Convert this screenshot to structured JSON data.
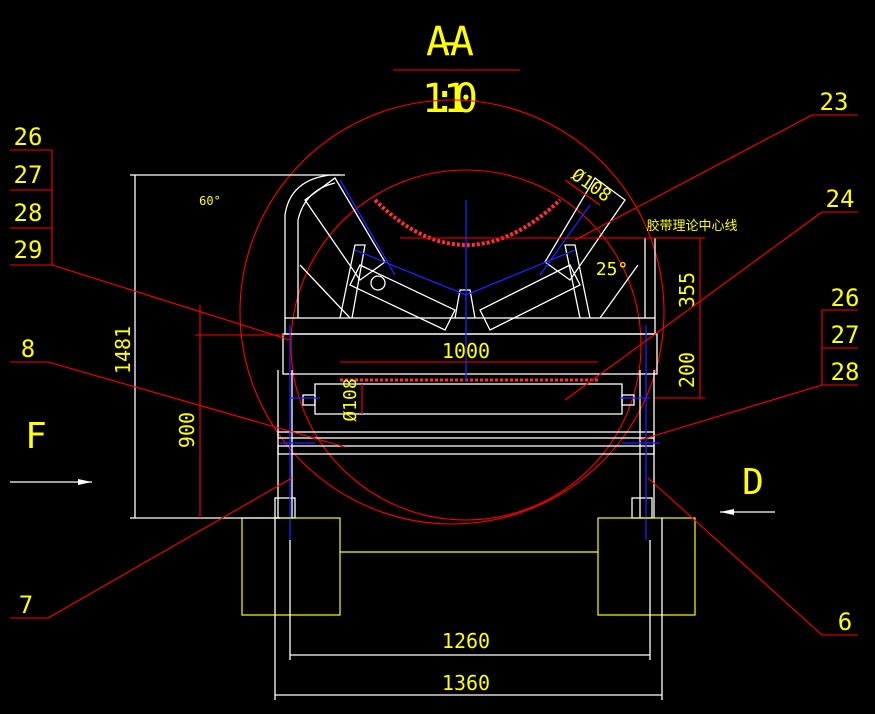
{
  "title": {
    "section": "A-A",
    "scale": "1:10"
  },
  "callouts": {
    "left_group": [
      "26",
      "27",
      "28",
      "29"
    ],
    "left_8": "8",
    "left_7": "7",
    "right_23": "23",
    "right_24": "24",
    "right_group": [
      "26",
      "27",
      "28"
    ],
    "right_6": "6"
  },
  "views": {
    "f": "F",
    "d": "D"
  },
  "dimensions": {
    "height_total": "1481",
    "height_900": "900",
    "dim_355": "355",
    "dim_200": "200",
    "width_1000": "1000",
    "width_1260": "1260",
    "width_1360": "1360",
    "roller_dia_bottom": "Ø108",
    "roller_dia_top": "Ø108",
    "angle_60": "60°",
    "angle_25": "25°"
  },
  "annotation": {
    "belt_centerline": "胶带理论中心线"
  },
  "colors": {
    "background": "#000000",
    "text": "#ffff00",
    "geometry": "#ffffff",
    "dimension": "#ff0000",
    "centerline": "#2020ff"
  }
}
